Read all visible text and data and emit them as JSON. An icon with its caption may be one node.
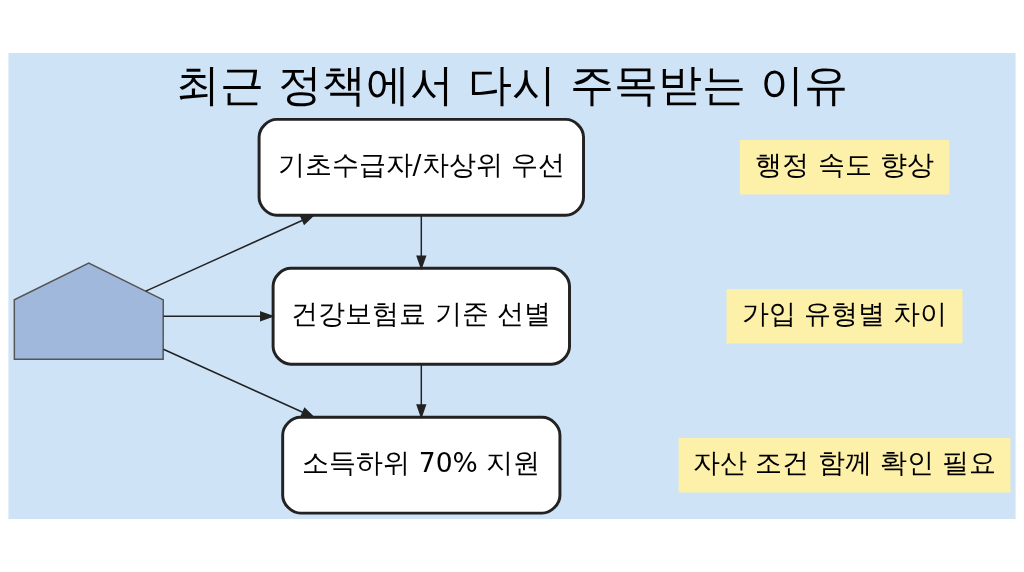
{
  "diagram": {
    "title": "최근 정책에서 다시 주목받는 이유",
    "nodes": [
      {
        "text": [],
        "shape": "picture"
      },
      {
        "text": [
          "기초수급자/차상위 우선"
        ]
      },
      {
        "text": [
          "건강보험료 기준 선별"
        ]
      },
      {
        "text": [
          "소득하위 70% 지원"
        ]
      },
      {
        "text": [
          "행정 속도 향상"
        ]
      },
      {
        "text": [
          "가입 유형별 차이"
        ]
      },
      {
        "text": [
          "자산 조건 함께 확인 필요"
        ]
      }
    ],
    "edges": [
      {
        "from": 0,
        "to": 1,
        "arrow": "to"
      },
      {
        "from": 0,
        "to": 2,
        "arrow": "to"
      },
      {
        "from": 0,
        "to": 3,
        "arrow": "to"
      },
      {
        "from": 1,
        "to": 2,
        "arrow": "to"
      },
      {
        "from": 2,
        "to": 3,
        "arrow": "to"
      }
    ]
  }
}
